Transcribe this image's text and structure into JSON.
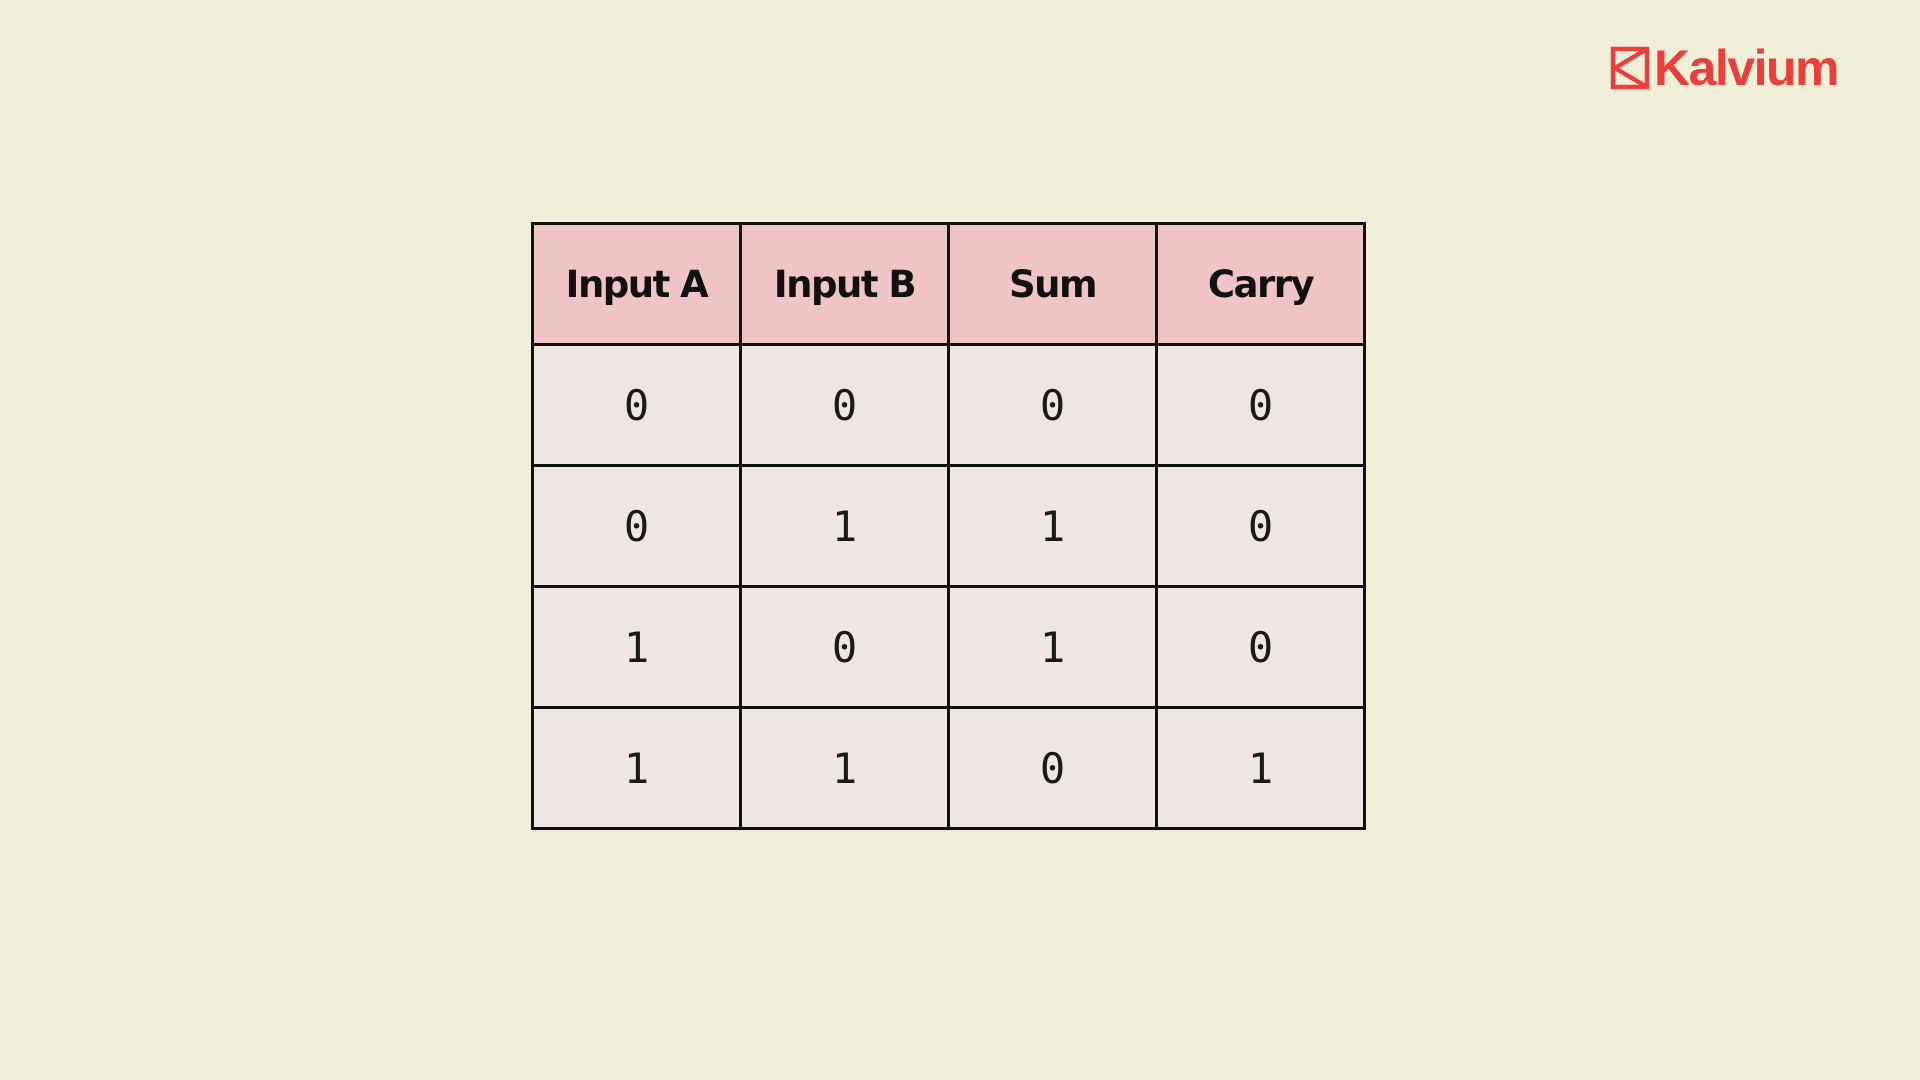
{
  "brand": {
    "name": "Kalvium",
    "logo_icon": "kalvium-logo-icon",
    "color": "#e8403a"
  },
  "colors": {
    "background": "#efeed9",
    "header_fill": "#f0c3c4",
    "cell_fill": "#efe6e3",
    "border": "#111111"
  },
  "truth_table": {
    "columns": [
      "Input A",
      "Input B",
      "Sum",
      "Carry"
    ],
    "rows": [
      [
        "0",
        "0",
        "0",
        "0"
      ],
      [
        "0",
        "1",
        "1",
        "0"
      ],
      [
        "1",
        "0",
        "1",
        "0"
      ],
      [
        "1",
        "1",
        "0",
        "1"
      ]
    ]
  }
}
